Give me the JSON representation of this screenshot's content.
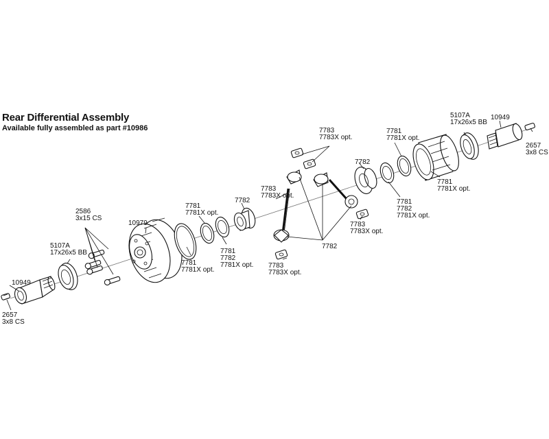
{
  "header": {
    "title": "Rear Differential Assembly",
    "subtitle": "Available fully assembled as part #10986"
  },
  "labels": {
    "l_10949_left": [
      "10949"
    ],
    "l_2657_left": [
      "2657",
      "3x8 CS"
    ],
    "l_5107A_left": [
      "5107A",
      "17x26x5 BB"
    ],
    "l_2586": [
      "2586",
      "3x15 CS"
    ],
    "l_10979": [
      "10979"
    ],
    "l_7781_a": [
      "7781",
      "7781X opt."
    ],
    "l_7781_b": [
      "7781",
      "7781X opt."
    ],
    "l_7781_7782_a": [
      "7781",
      "7782",
      "7781X opt."
    ],
    "l_7782_a": [
      "7782"
    ],
    "l_7783_a": [
      "7783",
      "7783X opt."
    ],
    "l_7783_b": [
      "7783",
      "7783X opt."
    ],
    "l_7783_c": [
      "7783",
      "7783X opt."
    ],
    "l_7783_d": [
      "7783",
      "7783X opt."
    ],
    "l_7782_b": [
      "7782"
    ],
    "l_7782_c": [
      "7782"
    ],
    "l_7781_c": [
      "7781",
      "7781X opt."
    ],
    "l_7781_7782_b": [
      "7781",
      "7782",
      "7781X opt."
    ],
    "l_7781_d": [
      "7781",
      "7781X opt."
    ],
    "l_5107A_right": [
      "5107A",
      "17x26x5 BB"
    ],
    "l_10949_right": [
      "10949"
    ],
    "l_2657_right": [
      "2657",
      "3x8 CS"
    ]
  }
}
